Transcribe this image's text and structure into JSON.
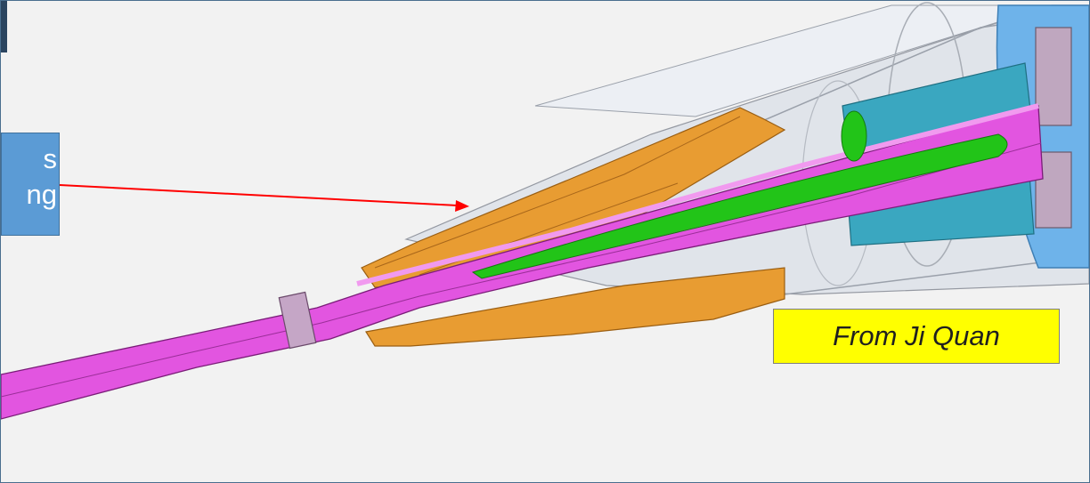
{
  "slide": {
    "callout": {
      "line1": "s",
      "line2": "ng"
    },
    "credit_label": "From Ji Quan"
  },
  "colors": {
    "background": "#f2f2f2",
    "beam_pipe": "#e255e0",
    "support_cone": "#e89c32",
    "detector_module": "#3aa7c0",
    "inner_core": "#22c418",
    "outer_shell": "#dfe5ee",
    "arrow": "#ff0000",
    "callout_fill": "#5b9bd5",
    "credit_fill": "#ffff00"
  }
}
